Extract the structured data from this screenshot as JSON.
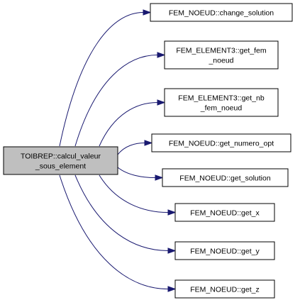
{
  "colors": {
    "edge": "#191970",
    "root_fill": "#bfbfbf",
    "node_fill": "#ffffff",
    "border": "#000000"
  },
  "root": {
    "lines": [
      "TOIBREP::calcul_valeur",
      "_sous_element"
    ]
  },
  "callees": [
    {
      "id": "change-solution",
      "lines": [
        "FEM_NOEUD::change_solution"
      ]
    },
    {
      "id": "get-fem-noeud",
      "lines": [
        "FEM_ELEMENT3::get_fem",
        "_noeud"
      ]
    },
    {
      "id": "get-nb-fem-noeud",
      "lines": [
        "FEM_ELEMENT3::get_nb",
        "_fem_noeud"
      ]
    },
    {
      "id": "get-numero-opt",
      "lines": [
        "FEM_NOEUD::get_numero_opt"
      ]
    },
    {
      "id": "get-solution",
      "lines": [
        "FEM_NOEUD::get_solution"
      ]
    },
    {
      "id": "get-x",
      "lines": [
        "FEM_NOEUD::get_x"
      ]
    },
    {
      "id": "get-y",
      "lines": [
        "FEM_NOEUD::get_y"
      ]
    },
    {
      "id": "get-z",
      "lines": [
        "FEM_NOEUD::get_z"
      ]
    }
  ]
}
